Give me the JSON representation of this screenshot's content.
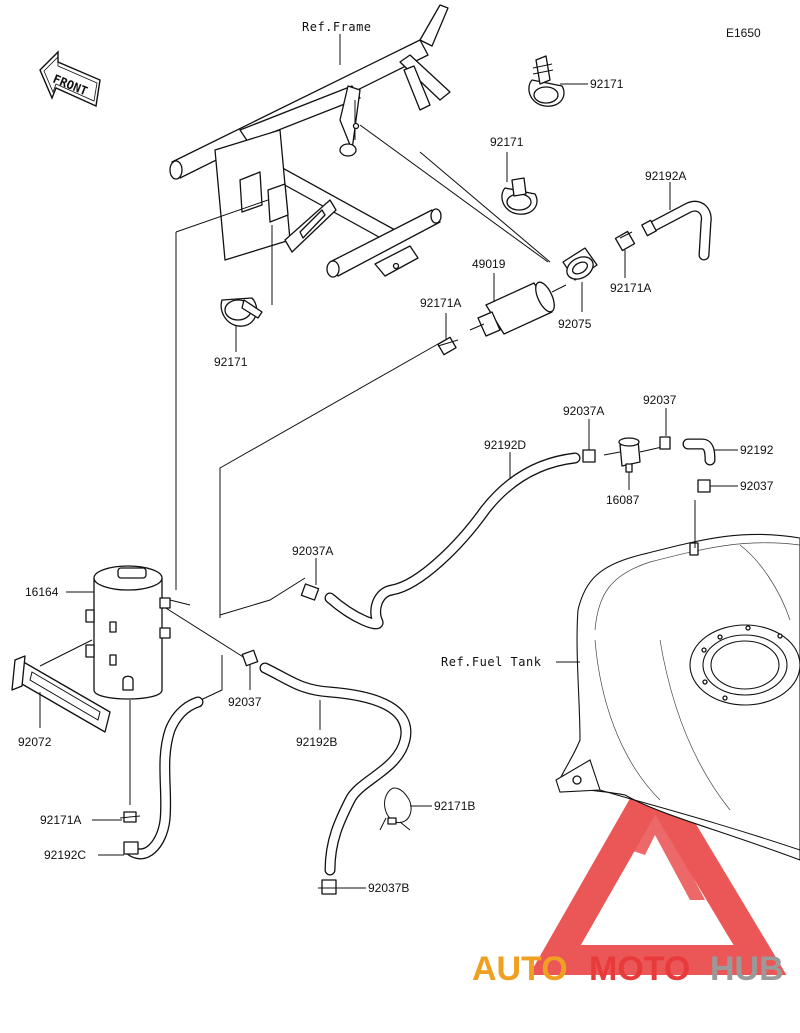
{
  "diagram_code": "E1650",
  "front_badge": "FRONT",
  "references": {
    "frame": "Ref.Frame",
    "fuel_tank": "Ref.Fuel Tank"
  },
  "parts": {
    "clamp_92171_top": "92171",
    "clamp_92171_mid": "92171",
    "clamp_92171_left": "92171",
    "hose_92192A": "92192A",
    "clamp_92171A_right": "92171A",
    "filter_49019": "49019",
    "clamp_92171A_mid": "92171A",
    "holder_92075": "92075",
    "clip_92037A_top": "92037A",
    "clip_92037_top": "92037",
    "hose_92192D": "92192D",
    "hose_92192": "92192",
    "valve_16087": "16087",
    "clip_92037_right": "92037",
    "clip_92037A_left": "92037A",
    "canister_16164": "16164",
    "clip_92037_mid": "92037",
    "band_92072": "92072",
    "hose_92192B": "92192B",
    "clamp_92171B": "92171B",
    "clamp_92171A_bottom": "92171A",
    "hose_92192C": "92192C",
    "clip_92037B": "92037B"
  },
  "watermark": {
    "part1": "AUTO",
    "part2": "MOTO",
    "part3": "HUB",
    "color_red": "#e83a3a",
    "color_orange": "#f0a020",
    "color_grey": "#9a9a9a"
  }
}
